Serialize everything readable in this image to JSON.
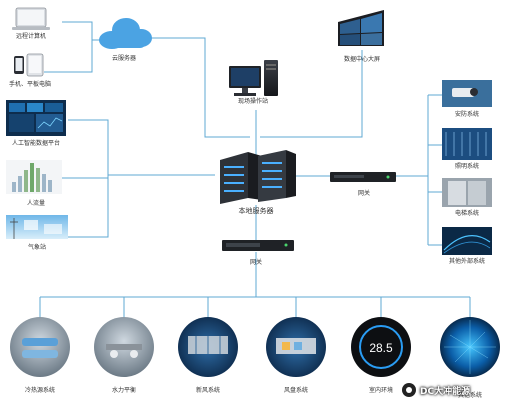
{
  "nodes": {
    "remote_pc": "远程计算机",
    "mobile": "手机、平板电脑",
    "cloud": "云服务器",
    "big_screen": "数据中心大屏",
    "workstation": "现场操作站",
    "ai_platform": "人工智能数据平台",
    "people_flow": "人流量",
    "weather_station": "气象站",
    "local_server": "本地服务器",
    "gateway_right": "网关",
    "gateway_center": "网关"
  },
  "right_systems": [
    {
      "label": "安防系统"
    },
    {
      "label": "照明系统"
    },
    {
      "label": "电梯系统"
    },
    {
      "label": "其他外部系统"
    }
  ],
  "bottom_systems": [
    {
      "label": "冷热源系统"
    },
    {
      "label": "水力平衡"
    },
    {
      "label": "新风系统"
    },
    {
      "label": "风盘系统"
    },
    {
      "label": "室内环境"
    },
    {
      "label": "其他系统"
    }
  ],
  "thermostat_reading": "28.5",
  "watermark": "DC大冲能源",
  "colors": {
    "line": "#5fa8d3",
    "cloud": "#4ba3e3",
    "device_dark": "#2a2d33",
    "screen_blue": "#1d5fa0"
  }
}
